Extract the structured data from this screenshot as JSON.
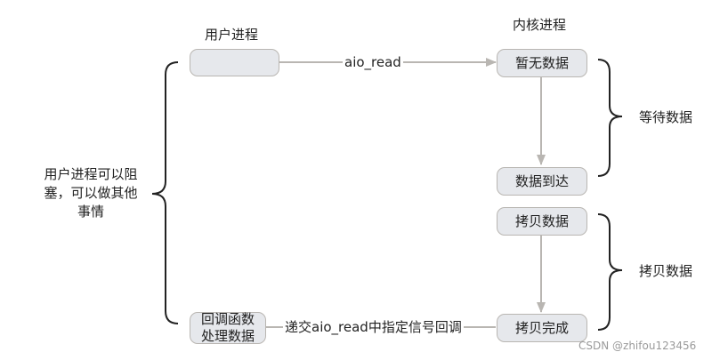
{
  "columns": {
    "user": "用户进程",
    "kernel": "内核进程"
  },
  "nodes": {
    "user_top": "",
    "no_data": "暂无数据",
    "data_arrived": "数据到达",
    "copy_data": "拷贝数据",
    "copy_done": "拷贝完成",
    "callback_line1": "回调函数",
    "callback_line2": "处理数据"
  },
  "edges": {
    "aio_read": "aio_read",
    "signal": "递交aio_read中指定信号回调"
  },
  "braces": {
    "wait": "等待数据",
    "copy": "拷贝数据",
    "user_line1": "用户进程可以阻",
    "user_line2": "塞，可以做其他",
    "user_line3": "事情"
  },
  "watermark": "CSDN @zhifou123456",
  "colors": {
    "box_fill": "#e6e8ec",
    "box_border": "#b9b6b2",
    "arrow": "#b9b6b2",
    "brace": "#222222"
  }
}
